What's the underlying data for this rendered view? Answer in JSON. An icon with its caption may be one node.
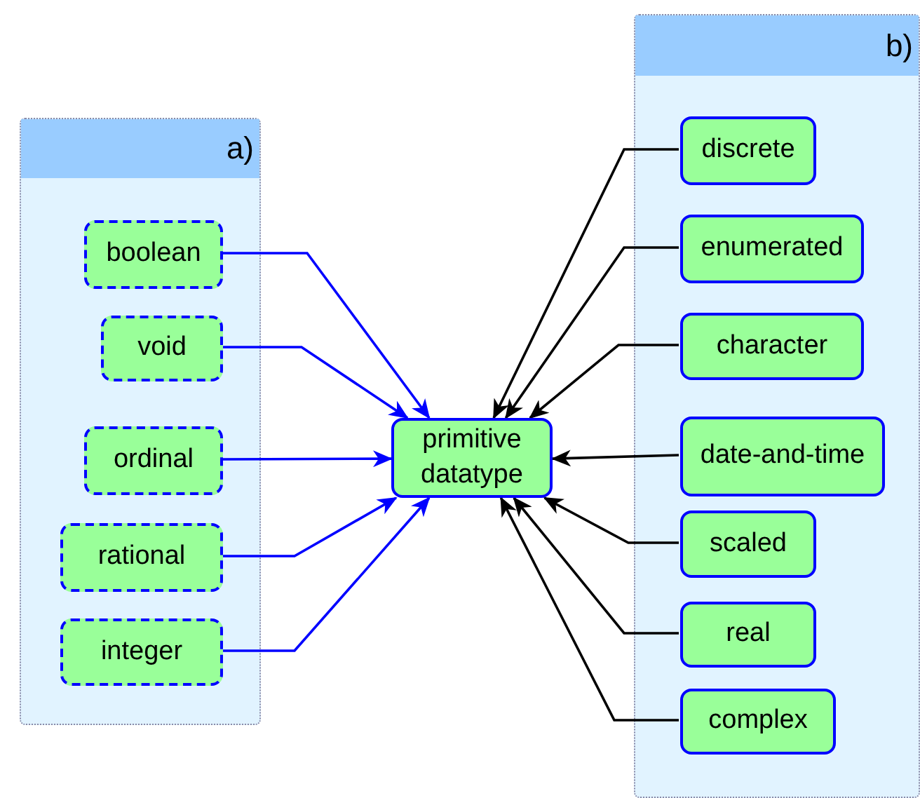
{
  "diagram": {
    "nodes": [
      {
        "text": [
          "a)"
        ]
      },
      {
        "text": [
          "boolean"
        ],
        "in": 0
      },
      {
        "text": [
          "void"
        ],
        "in": 0
      },
      {
        "text": [
          "ordinal"
        ],
        "in": 0
      },
      {
        "text": [
          "rational"
        ],
        "in": 0
      },
      {
        "text": [
          "integer"
        ],
        "in": 0
      },
      {
        "text": [
          "primitive datatype"
        ]
      },
      {
        "text": [
          "b)"
        ]
      },
      {
        "text": [
          "discrete"
        ],
        "in": 7
      },
      {
        "text": [
          "enumerated"
        ],
        "in": 7
      },
      {
        "text": [
          "character"
        ],
        "in": 7
      },
      {
        "text": [
          "date-and-time"
        ],
        "in": 7
      },
      {
        "text": [
          "scaled"
        ],
        "in": 7
      },
      {
        "text": [
          "real"
        ],
        "in": 7
      },
      {
        "text": [
          "complex"
        ],
        "in": 7
      }
    ],
    "edges": [
      {
        "from": 1,
        "to": 6,
        "arrow": "to",
        "color": "#0000ff"
      },
      {
        "from": 2,
        "to": 6,
        "arrow": "to",
        "color": "#0000ff"
      },
      {
        "from": 3,
        "to": 6,
        "arrow": "to",
        "color": "#0000ff"
      },
      {
        "from": 4,
        "to": 6,
        "arrow": "to",
        "color": "#0000ff"
      },
      {
        "from": 5,
        "to": 6,
        "arrow": "to",
        "color": "#0000ff"
      },
      {
        "from": 8,
        "to": 6,
        "arrow": "to"
      },
      {
        "from": 9,
        "to": 6,
        "arrow": "to"
      },
      {
        "from": 10,
        "to": 6,
        "arrow": "to"
      },
      {
        "from": 11,
        "to": 6,
        "arrow": "to"
      },
      {
        "from": 12,
        "to": 6,
        "arrow": "to"
      },
      {
        "from": 13,
        "to": 6,
        "arrow": "to"
      },
      {
        "from": 14,
        "to": 6,
        "arrow": "to"
      }
    ]
  }
}
